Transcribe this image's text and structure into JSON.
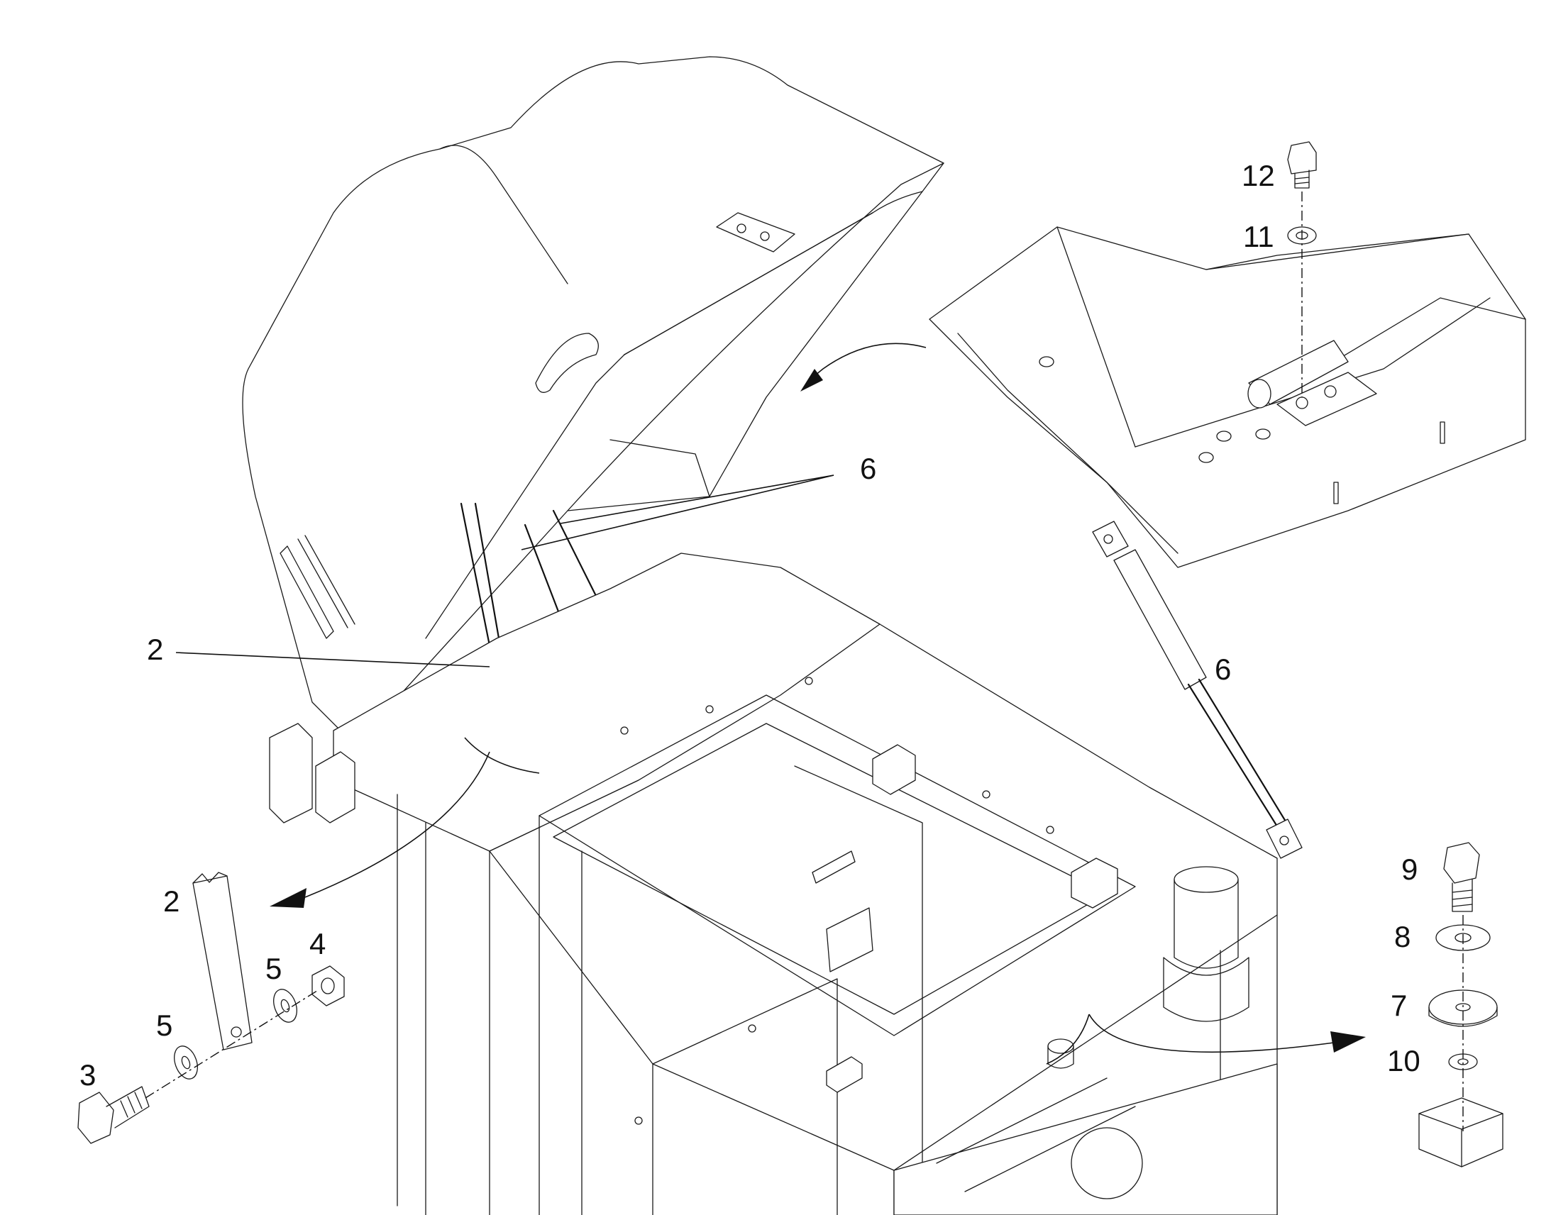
{
  "callouts": {
    "c12": "12",
    "c11": "11",
    "c6_top": "6",
    "c6_strut": "6",
    "c2_main": "2",
    "c2_detail": "2",
    "c3": "3",
    "c4": "4",
    "c5_left": "5",
    "c5_right": "5",
    "c9": "9",
    "c8": "8",
    "c7": "7",
    "c10": "10"
  },
  "colors": {
    "line": "#1a1a1a",
    "background": "#ffffff"
  }
}
